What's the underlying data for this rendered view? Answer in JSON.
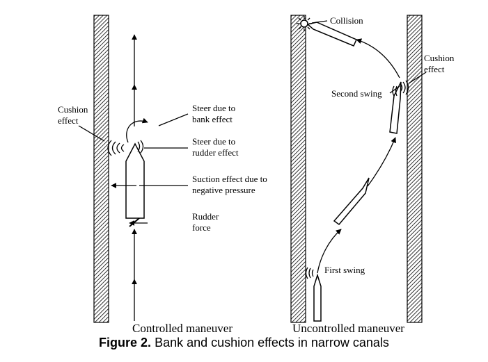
{
  "diagram": {
    "left_panel": {
      "subtitle": "Controlled maneuver",
      "labels": {
        "cushion_line1": "Cushion",
        "cushion_line2": "effect",
        "steer_bank_line1": "Steer due to",
        "steer_bank_line2": "bank effect",
        "steer_rudder_line1": "Steer due to",
        "steer_rudder_line2": "rudder effect",
        "suction_line1": "Suction effect due to",
        "suction_line2": "negative pressure",
        "rudder_line1": "Rudder",
        "rudder_line2": "force"
      }
    },
    "right_panel": {
      "subtitle": "Uncontrolled maneuver",
      "labels": {
        "collision": "Collision",
        "cushion_line1": "Cushion",
        "cushion_line2": "effect",
        "second_swing": "Second swing",
        "first_swing": "First swing"
      }
    }
  },
  "caption": {
    "prefix": "Figure 2.",
    "text": " Bank and cushion effects in narrow canals"
  }
}
